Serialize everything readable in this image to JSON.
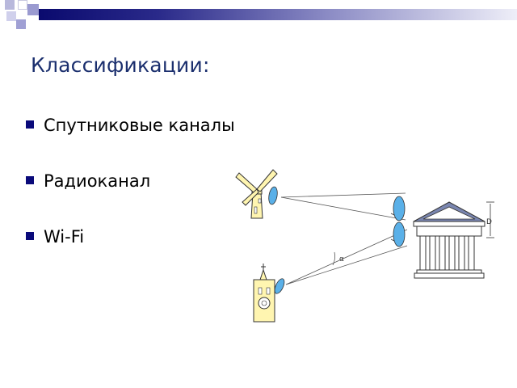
{
  "slide": {
    "title": "Классификации:",
    "bullets": [
      {
        "label": "Спутниковые каналы"
      },
      {
        "label": "Радиоканал"
      },
      {
        "label": "Wi-Fi"
      }
    ]
  },
  "illustration": {
    "dimension_label": "D",
    "angle_label": "α"
  },
  "colors": {
    "accent": "#0a0a7a",
    "title": "#1b2f6e",
    "dish": "#5ab0e8",
    "building_fill": "#fff5b0"
  }
}
